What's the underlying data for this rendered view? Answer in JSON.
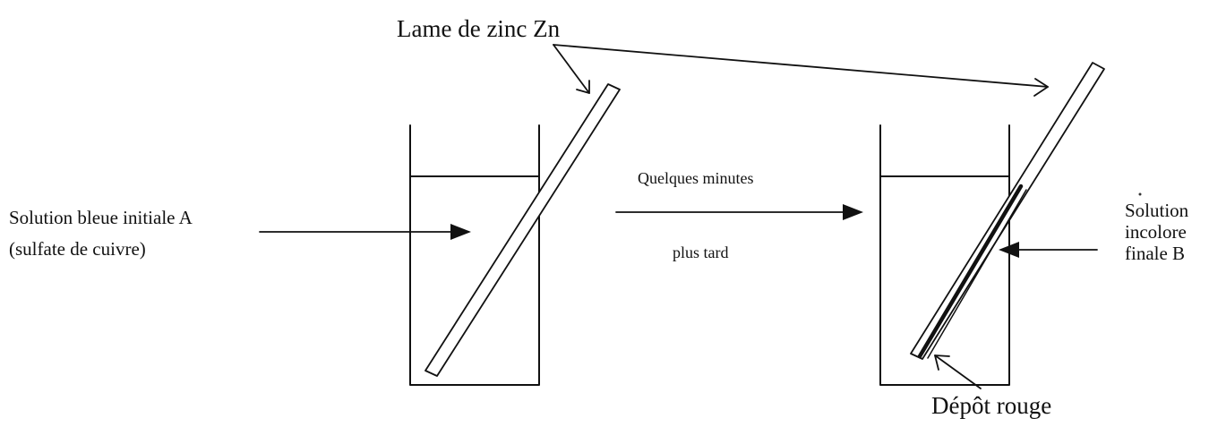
{
  "labels": {
    "zinc_plate": "Lame de zinc Zn",
    "initial_solution_line1": "Solution bleue initiale A",
    "initial_solution_line2": "(sulfate de cuivre)",
    "time_line1": "Quelques minutes",
    "time_line2": "plus tard",
    "final_solution_line1": "Solution",
    "final_solution_line2": "incolore",
    "final_solution_line3": "finale B",
    "deposit": "Dépôt rouge"
  }
}
